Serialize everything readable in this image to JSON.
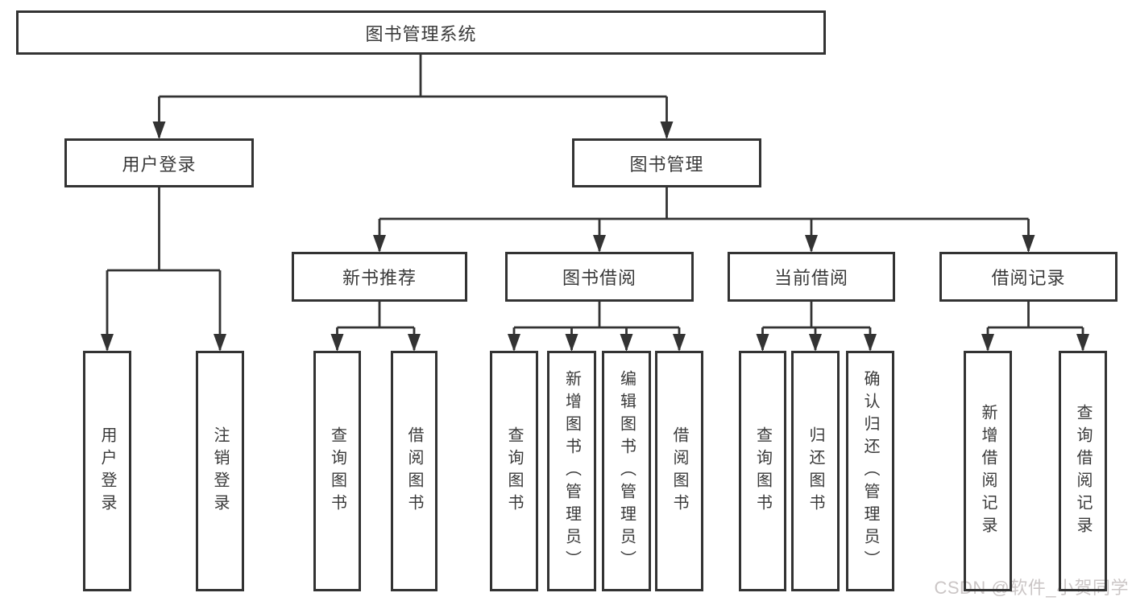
{
  "nodes": {
    "root": "图书管理系统",
    "user_login": "用户登录",
    "book_management": "图书管理",
    "new_book_recommend": "新书推荐",
    "book_borrowing": "图书借阅",
    "current_borrowing": "当前借阅",
    "borrowing_records": "借阅记录",
    "leaves": {
      "user_login_leaf": "用户登录",
      "logout": "注销登录",
      "nbr_query_books": "查询图书",
      "nbr_borrow_books": "借阅图书",
      "bb_query_books": "查询图书",
      "bb_add_books": "新增图书（管理员）",
      "bb_edit_books": "编辑图书（管理员）",
      "bb_borrow_books": "借阅图书",
      "cb_query_books": "查询图书",
      "cb_return_books": "归还图书",
      "cb_confirm_return": "确认归还（管理员）",
      "br_add_record": "新增借阅记录",
      "br_query_record": "查询借阅记录"
    }
  },
  "watermark": "CSDN @软件_小贺同学",
  "colors": {
    "line": "#333333",
    "box_fill": "#ffffff",
    "text": "#3a3a3a",
    "watermark": "#cbc6c6"
  }
}
